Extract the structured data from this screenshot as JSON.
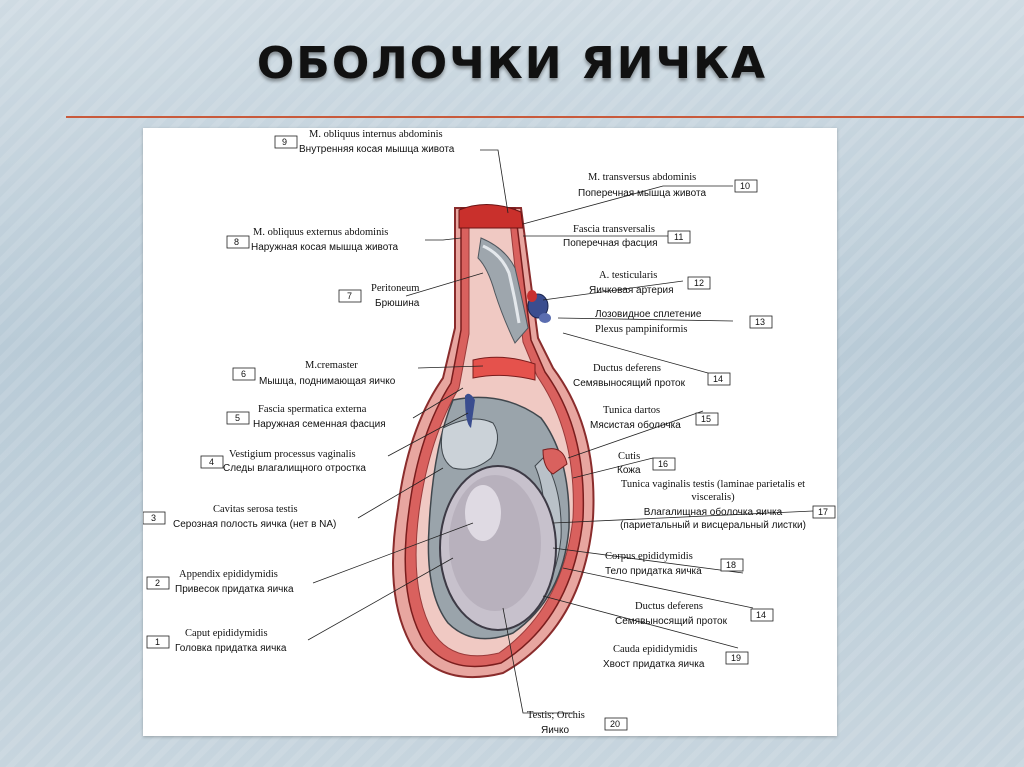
{
  "title": "ОБОЛОЧКИ ЯИЧКА",
  "labels": [
    {
      "num": "9",
      "la": "M. obliquus internus abdominis",
      "ru": "Внутренняя косая мышца живота"
    },
    {
      "num": "10",
      "la": "M. transversus abdominis",
      "ru": "Поперечная мышца живота"
    },
    {
      "num": "8",
      "la": "M. obliquus externus abdominis",
      "ru": "Наружная косая мышца живота"
    },
    {
      "num": "11",
      "la": "Fascia transversalis",
      "ru": "Поперечная фасция"
    },
    {
      "num": "7",
      "la": "Peritoneum",
      "ru": "Брюшина"
    },
    {
      "num": "12",
      "la": "A. testicularis",
      "ru": "Яичковая артерия"
    },
    {
      "num": "13",
      "la": "Лозовидное сплетение",
      "ru": "Plexus pampiniformis"
    },
    {
      "num": "14",
      "la": "Ductus deferens",
      "ru": "Семявыносящий проток"
    },
    {
      "num": "6",
      "la": "M.cremaster",
      "ru": "Мышца, поднимающая яичко"
    },
    {
      "num": "5",
      "la": "Fascia spermatica externa",
      "ru": "Наружная семенная фасция"
    },
    {
      "num": "15",
      "la": "Tunica dartos",
      "ru": "Мясистая оболочка"
    },
    {
      "num": "4",
      "la": "Vestigium processus vaginalis",
      "ru": "Следы влагалищного отростка"
    },
    {
      "num": "16",
      "la": "Cutis",
      "ru": "Кожа"
    },
    {
      "num": "17",
      "la": "Tunica vaginalis testis (laminae parietalis et visceralis)",
      "ru": "Влагалищная оболочка яичка (париетальный и висцеральный листки)"
    },
    {
      "num": "3",
      "la": "Cavitas serosa testis",
      "ru": "Серозная полость яичка (нет в NA)"
    },
    {
      "num": "18",
      "la": "Corpus epididymidis",
      "ru": "Тело придатка яичка"
    },
    {
      "num": "2",
      "la": "Appendix epididymidis",
      "ru": "Привесок придатка яичка"
    },
    {
      "num": "14",
      "la": "Ductus deferens",
      "ru": "Семявыносящий проток"
    },
    {
      "num": "1",
      "la": "Caput epididymidis",
      "ru": "Головка придатка яичка"
    },
    {
      "num": "19",
      "la": "Cauda epididymidis",
      "ru": "Хвост придатка яичка"
    },
    {
      "num": "20",
      "la": "Testis; Orchis",
      "ru": "Яичко"
    }
  ]
}
